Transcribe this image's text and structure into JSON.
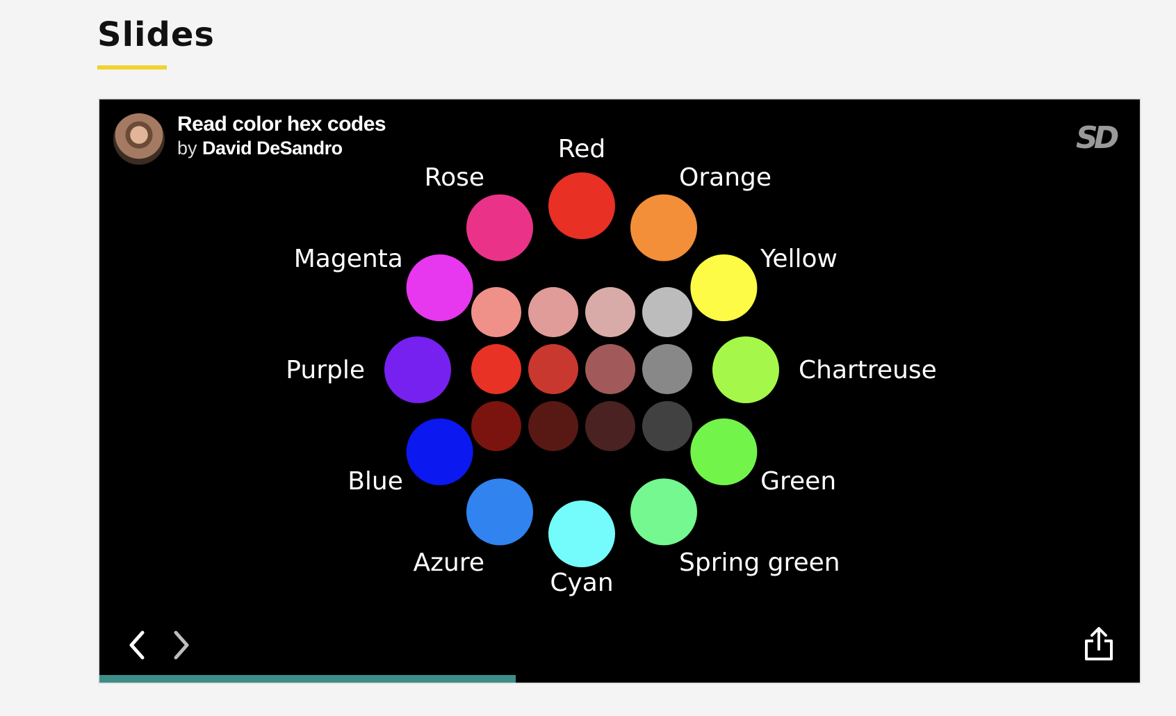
{
  "section": {
    "title": "Slides"
  },
  "deck": {
    "title": "Read color hex codes",
    "by_label": "by",
    "author": "David DeSandro",
    "logo_text": "SD",
    "progress": 0.4
  },
  "colors": {
    "underline": "#f2d22e",
    "progress": "#3e8d88",
    "background": "#000000"
  },
  "slide": {
    "wheel": [
      {
        "label": "Red",
        "color": "#e83025"
      },
      {
        "label": "Orange",
        "color": "#f28f38"
      },
      {
        "label": "Yellow",
        "color": "#fdfb45"
      },
      {
        "label": "Chartreuse",
        "color": "#a5f84a"
      },
      {
        "label": "Green",
        "color": "#72f44b"
      },
      {
        "label": "Spring green",
        "color": "#74f88f"
      },
      {
        "label": "Cyan",
        "color": "#74fbfb"
      },
      {
        "label": "Azure",
        "color": "#3183ef"
      },
      {
        "label": "Blue",
        "color": "#0c18f0"
      },
      {
        "label": "Purple",
        "color": "#7621f0"
      },
      {
        "label": "Magenta",
        "color": "#e737ef"
      },
      {
        "label": "Rose",
        "color": "#ea3388"
      }
    ],
    "grid": [
      [
        "#ef9189",
        "#e09c98",
        "#d8aba9",
        "#bcbcbc"
      ],
      [
        "#e83226",
        "#c9382f",
        "#a2595a",
        "#888888"
      ],
      [
        "#7b140f",
        "#581915",
        "#4a2221",
        "#414141"
      ]
    ]
  },
  "icons": {
    "prev": "chevron-left-icon",
    "next": "chevron-right-icon",
    "share": "share-icon"
  }
}
